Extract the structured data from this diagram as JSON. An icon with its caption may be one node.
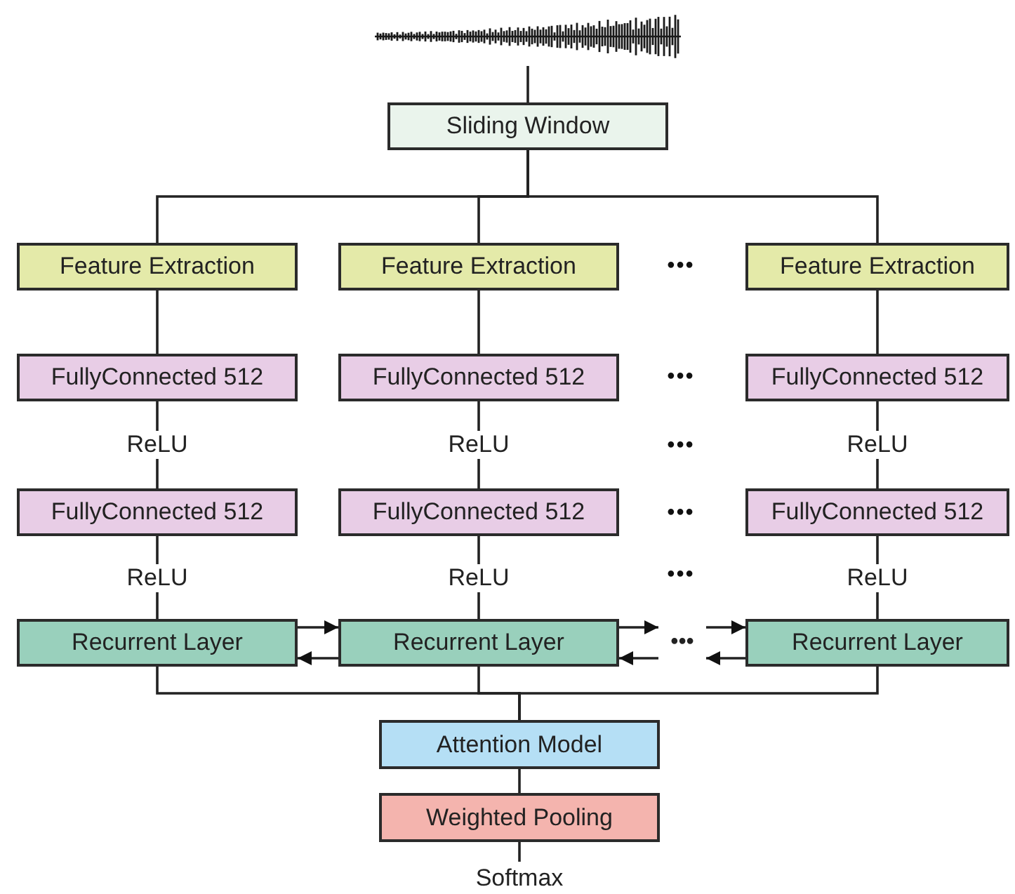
{
  "diagram": {
    "nodes": [
      {
        "text": [],
        "shape": "picture"
      },
      {
        "text": [
          "Sliding Window"
        ]
      },
      {
        "text": [
          "Feature Extraction"
        ]
      },
      {
        "text": [
          "Feature Extraction"
        ]
      },
      {
        "text": [
          "Feature Extraction"
        ]
      },
      {
        "text": [
          "FullyConnected 512"
        ]
      },
      {
        "text": [
          "FullyConnected 512"
        ]
      },
      {
        "text": [
          "FullyConnected 512"
        ]
      },
      {
        "text": [
          "FullyConnected 512"
        ]
      },
      {
        "text": [
          "FullyConnected 512"
        ]
      },
      {
        "text": [
          "FullyConnected 512"
        ]
      },
      {
        "text": [
          "Recurrent Layer"
        ]
      },
      {
        "text": [
          "Recurrent Layer"
        ]
      },
      {
        "text": [
          "Recurrent Layer"
        ]
      },
      {
        "text": [
          "Attention Model"
        ]
      },
      {
        "text": [
          "Weighted Pooling"
        ]
      },
      {
        "text": [
          "Softmax"
        ]
      },
      {
        "text": [
          "•••"
        ]
      }
    ],
    "edges": [
      {
        "from": 0,
        "to": 1,
        "arrow": "none"
      },
      {
        "from": 1,
        "to": 2,
        "arrow": "none"
      },
      {
        "from": 1,
        "to": 3,
        "arrow": "none"
      },
      {
        "from": 1,
        "to": 4,
        "arrow": "none"
      },
      {
        "from": 2,
        "to": 5,
        "arrow": "none"
      },
      {
        "from": 3,
        "to": 6,
        "arrow": "none"
      },
      {
        "from": 4,
        "to": 7,
        "arrow": "none"
      },
      {
        "from": 5,
        "to": 8,
        "arrow": "none",
        "label": "ReLU"
      },
      {
        "from": 6,
        "to": 9,
        "arrow": "none",
        "label": "ReLU"
      },
      {
        "from": 7,
        "to": 10,
        "arrow": "none",
        "label": "ReLU"
      },
      {
        "from": 8,
        "to": 11,
        "arrow": "none",
        "label": "ReLU"
      },
      {
        "from": 9,
        "to": 12,
        "arrow": "none",
        "label": "ReLU"
      },
      {
        "from": 10,
        "to": 13,
        "arrow": "none",
        "label": "ReLU"
      },
      {
        "from": 11,
        "to": 12,
        "arrow": "to"
      },
      {
        "from": 12,
        "to": 11,
        "arrow": "to"
      },
      {
        "from": 12,
        "to": 17,
        "arrow": "to"
      },
      {
        "from": 17,
        "to": 12,
        "arrow": "to"
      },
      {
        "from": 17,
        "to": 13,
        "arrow": "to"
      },
      {
        "from": 13,
        "to": 17,
        "arrow": "to"
      },
      {
        "from": 11,
        "to": 14,
        "arrow": "none"
      },
      {
        "from": 12,
        "to": 14,
        "arrow": "none"
      },
      {
        "from": 13,
        "to": 14,
        "arrow": "none"
      },
      {
        "from": 14,
        "to": 15,
        "arrow": "none"
      },
      {
        "from": 15,
        "to": 16,
        "arrow": "none"
      }
    ],
    "labels": [
      "•••",
      "•••",
      "•••",
      "•••",
      "•••"
    ]
  }
}
